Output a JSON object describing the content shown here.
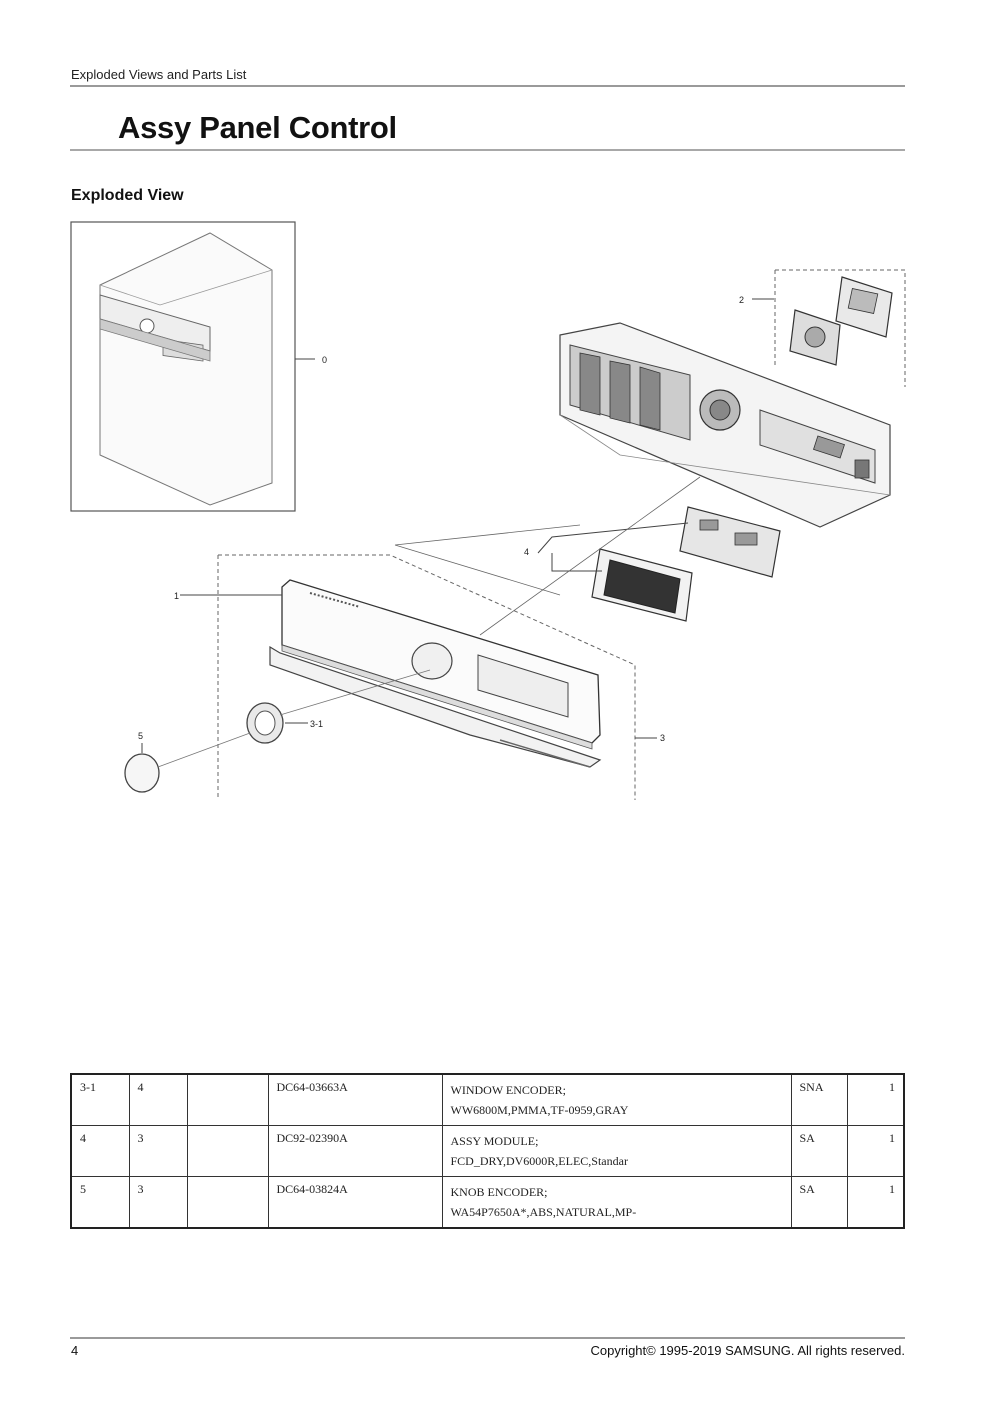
{
  "header": {
    "section": "Exploded Views and Parts List"
  },
  "page": {
    "title": "Assy Panel Control",
    "subtitle": "Exploded View"
  },
  "diagram": {
    "callouts": [
      "0",
      "2",
      "4",
      "1",
      "5",
      "3-1",
      "3"
    ]
  },
  "parts_table": {
    "rows": [
      {
        "loc": "3-1",
        "level": "4",
        "blank": "",
        "code": "DC64-03663A",
        "desc1": "WINDOW  ENCODER;",
        "desc2": "WW6800M,PMMA,TF-0959,GRAY",
        "status": "SNA",
        "qty": "1"
      },
      {
        "loc": "4",
        "level": "3",
        "blank": "",
        "code": "DC92-02390A",
        "desc1": "ASSY  MODULE;",
        "desc2": "FCD_DRY,DV6000R,ELEC,Standar",
        "status": "SA",
        "qty": "1"
      },
      {
        "loc": "5",
        "level": "3",
        "blank": "",
        "code": "DC64-03824A",
        "desc1": "KNOB  ENCODER;",
        "desc2": "WA54P7650A*,ABS,NATURAL,MP-",
        "status": "SA",
        "qty": "1"
      }
    ]
  },
  "footer": {
    "page_number": "4",
    "copyright": "Copyright© 1995-2019 SAMSUNG. All rights reserved."
  }
}
